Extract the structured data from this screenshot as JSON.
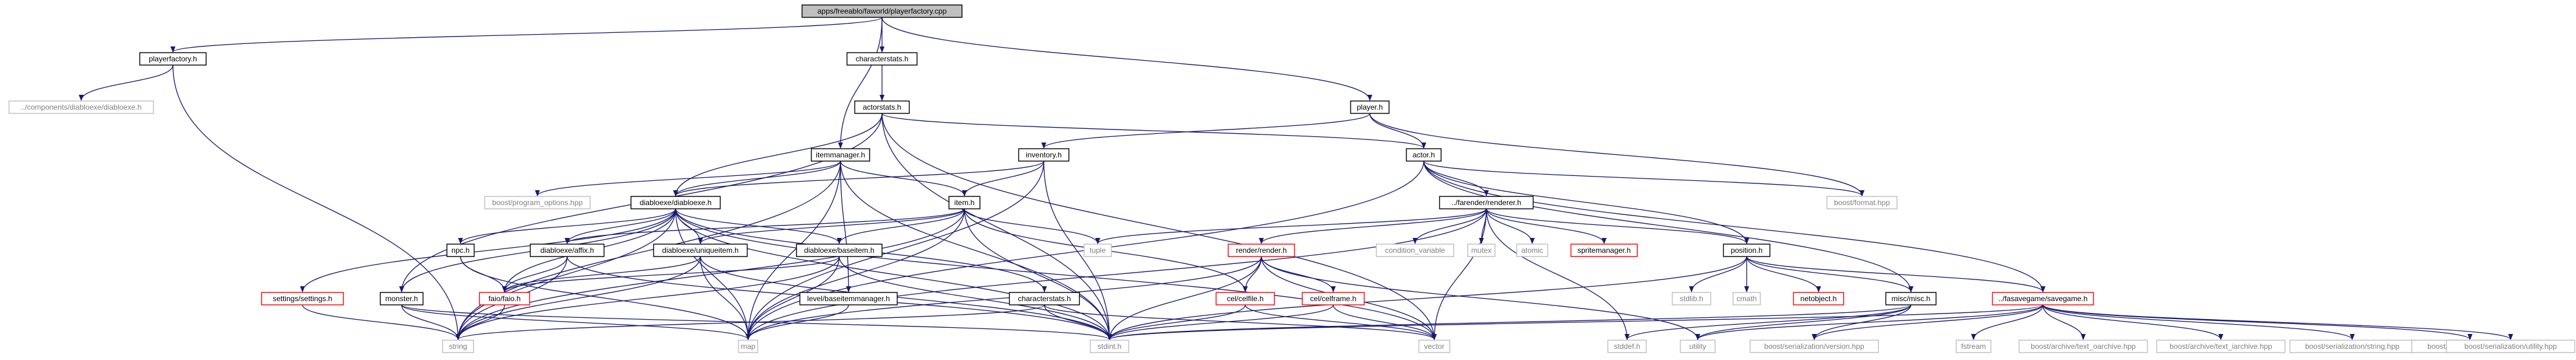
{
  "colors": {
    "edge": "#191970",
    "node_border": "#000000",
    "node_border_undocumented": "#bfbfbf",
    "node_border_external": "#ff0000",
    "root_fill": "#bfbfbf",
    "text": "#000000",
    "text_undocumented": "#7f7f7f"
  },
  "graph": {
    "nodes": [
      {
        "id": "root",
        "label": "apps/freeablo/faworld/playerfactory.cpp",
        "style": "root"
      },
      {
        "id": "playerfactory_h",
        "label": "playerfactory.h",
        "style": "normal"
      },
      {
        "id": "diabloexe_ext",
        "label": "../components/diabloexe/diabloexe.h",
        "style": "undocumented"
      },
      {
        "id": "characterstats_top",
        "label": "characterstats.h",
        "style": "normal"
      },
      {
        "id": "actorstats",
        "label": "actorstats.h",
        "style": "normal"
      },
      {
        "id": "player_h",
        "label": "player.h",
        "style": "normal"
      },
      {
        "id": "itemmanager",
        "label": "itemmanager.h",
        "style": "normal"
      },
      {
        "id": "inventory",
        "label": "inventory.h",
        "style": "normal"
      },
      {
        "id": "actor_h",
        "label": "actor.h",
        "style": "normal"
      },
      {
        "id": "boost_po",
        "label": "boost/program_options.hpp",
        "style": "undocumented"
      },
      {
        "id": "diabloexe_h",
        "label": "diabloexe/diabloexe.h",
        "style": "normal"
      },
      {
        "id": "item_h",
        "label": "item.h",
        "style": "normal"
      },
      {
        "id": "renderer_h",
        "label": "../farender/renderer.h",
        "style": "normal"
      },
      {
        "id": "boost_format",
        "label": "boost/format.hpp",
        "style": "undocumented"
      },
      {
        "id": "npc_h",
        "label": "npc.h",
        "style": "normal"
      },
      {
        "id": "affix_h",
        "label": "diabloexe/affix.h",
        "style": "normal"
      },
      {
        "id": "uniqueitem_h",
        "label": "diabloexe/uniqueitem.h",
        "style": "normal"
      },
      {
        "id": "baseitem_h",
        "label": "diabloexe/baseitem.h",
        "style": "normal"
      },
      {
        "id": "tuple",
        "label": "tuple",
        "style": "undocumented"
      },
      {
        "id": "condvar",
        "label": "condition_variable",
        "style": "undocumented"
      },
      {
        "id": "mutex",
        "label": "mutex",
        "style": "undocumented"
      },
      {
        "id": "atomic",
        "label": "atomic",
        "style": "undocumented"
      },
      {
        "id": "spritemanager",
        "label": "spritemanager.h",
        "style": "external"
      },
      {
        "id": "render_h",
        "label": "render/render.h",
        "style": "external"
      },
      {
        "id": "position_h",
        "label": "position.h",
        "style": "normal"
      },
      {
        "id": "settings_h",
        "label": "settings/settings.h",
        "style": "external"
      },
      {
        "id": "monster_h",
        "label": "monster.h",
        "style": "normal"
      },
      {
        "id": "faio_h",
        "label": "faio/faio.h",
        "style": "external"
      },
      {
        "id": "level_baseitemmanager",
        "label": "level/baseitemmanager.h",
        "style": "normal"
      },
      {
        "id": "characterstats_h",
        "label": "characterstats.h",
        "style": "normal"
      },
      {
        "id": "cel_celfile",
        "label": "cel/celfile.h",
        "style": "external"
      },
      {
        "id": "cel_celframe",
        "label": "cel/celframe.h",
        "style": "external"
      },
      {
        "id": "stdlib_h",
        "label": "stdlib.h",
        "style": "undocumented"
      },
      {
        "id": "cmath",
        "label": "cmath",
        "style": "undocumented"
      },
      {
        "id": "netobject_h",
        "label": "netobject.h",
        "style": "external"
      },
      {
        "id": "misc_h",
        "label": "misc/misc.h",
        "style": "normal"
      },
      {
        "id": "savegame_h",
        "label": "../fasavegame/savegame.h",
        "style": "external"
      },
      {
        "id": "string",
        "label": "string",
        "style": "undocumented"
      },
      {
        "id": "map",
        "label": "map",
        "style": "undocumented"
      },
      {
        "id": "stdint_h",
        "label": "stdint.h",
        "style": "undocumented"
      },
      {
        "id": "vector",
        "label": "vector",
        "style": "undocumented"
      },
      {
        "id": "stddef_h",
        "label": "stddef.h",
        "style": "undocumented"
      },
      {
        "id": "utility",
        "label": "utility",
        "style": "undocumented"
      },
      {
        "id": "boost_ser_version",
        "label": "boost/serialization/version.hpp",
        "style": "undocumented"
      },
      {
        "id": "fstream",
        "label": "fstream",
        "style": "undocumented"
      },
      {
        "id": "boost_text_oarchive",
        "label": "boost/archive/text_oarchive.hpp",
        "style": "undocumented"
      },
      {
        "id": "boost_text_iarchive",
        "label": "boost/archive/text_iarchive.hpp",
        "style": "undocumented"
      },
      {
        "id": "boost_ser_string",
        "label": "boost/serialization/string.hpp",
        "style": "undocumented"
      },
      {
        "id": "boost_ser_list",
        "label": "boost/serialization/list.hpp",
        "style": "undocumented"
      },
      {
        "id": "boost_ser_utility",
        "label": "boost/serialization/utility.hpp",
        "style": "undocumented"
      }
    ],
    "edges": [
      [
        "root",
        "playerfactory_h"
      ],
      [
        "root",
        "characterstats_top"
      ],
      [
        "root",
        "itemmanager"
      ],
      [
        "root",
        "player_h"
      ],
      [
        "playerfactory_h",
        "diabloexe_ext"
      ],
      [
        "playerfactory_h",
        "string"
      ],
      [
        "characterstats_top",
        "actorstats"
      ],
      [
        "actorstats",
        "diabloexe_h"
      ],
      [
        "actorstats",
        "stdint_h"
      ],
      [
        "actorstats",
        "actor_h"
      ],
      [
        "actorstats",
        "vector"
      ],
      [
        "actorstats",
        "monster_h"
      ],
      [
        "player_h",
        "actor_h"
      ],
      [
        "player_h",
        "inventory"
      ],
      [
        "player_h",
        "boost_format"
      ],
      [
        "itemmanager",
        "boost_po"
      ],
      [
        "itemmanager",
        "diabloexe_h"
      ],
      [
        "itemmanager",
        "item_h"
      ],
      [
        "itemmanager",
        "level_baseitemmanager"
      ],
      [
        "itemmanager",
        "map"
      ],
      [
        "itemmanager",
        "stdint_h"
      ],
      [
        "itemmanager",
        "string"
      ],
      [
        "inventory",
        "item_h"
      ],
      [
        "inventory",
        "diabloexe_h"
      ],
      [
        "inventory",
        "stdint_h"
      ],
      [
        "inventory",
        "map"
      ],
      [
        "actor_h",
        "renderer_h"
      ],
      [
        "actor_h",
        "position_h"
      ],
      [
        "actor_h",
        "boost_format"
      ],
      [
        "actor_h",
        "misc_h"
      ],
      [
        "actor_h",
        "savegame_h"
      ],
      [
        "actor_h",
        "map"
      ],
      [
        "diabloexe_h",
        "npc_h"
      ],
      [
        "diabloexe_h",
        "affix_h"
      ],
      [
        "diabloexe_h",
        "uniqueitem_h"
      ],
      [
        "diabloexe_h",
        "baseitem_h"
      ],
      [
        "diabloexe_h",
        "settings_h"
      ],
      [
        "diabloexe_h",
        "monster_h"
      ],
      [
        "diabloexe_h",
        "faio_h"
      ],
      [
        "diabloexe_h",
        "characterstats_h"
      ],
      [
        "diabloexe_h",
        "string"
      ],
      [
        "diabloexe_h",
        "map"
      ],
      [
        "diabloexe_h",
        "stdint_h"
      ],
      [
        "diabloexe_h",
        "vector"
      ],
      [
        "item_h",
        "tuple"
      ],
      [
        "item_h",
        "affix_h"
      ],
      [
        "item_h",
        "uniqueitem_h"
      ],
      [
        "item_h",
        "baseitem_h"
      ],
      [
        "item_h",
        "cel_celfile"
      ],
      [
        "item_h",
        "stdint_h"
      ],
      [
        "item_h",
        "string"
      ],
      [
        "item_h",
        "map"
      ],
      [
        "renderer_h",
        "tuple"
      ],
      [
        "renderer_h",
        "condvar"
      ],
      [
        "renderer_h",
        "mutex"
      ],
      [
        "renderer_h",
        "atomic"
      ],
      [
        "renderer_h",
        "spritemanager"
      ],
      [
        "renderer_h",
        "render_h"
      ],
      [
        "renderer_h",
        "position_h"
      ],
      [
        "renderer_h",
        "stddef_h"
      ],
      [
        "renderer_h",
        "map"
      ],
      [
        "renderer_h",
        "vector"
      ],
      [
        "npc_h",
        "faio_h"
      ],
      [
        "npc_h",
        "map"
      ],
      [
        "affix_h",
        "faio_h"
      ],
      [
        "affix_h",
        "stdint_h"
      ],
      [
        "affix_h",
        "string"
      ],
      [
        "uniqueitem_h",
        "faio_h"
      ],
      [
        "uniqueitem_h",
        "map"
      ],
      [
        "uniqueitem_h",
        "stdint_h"
      ],
      [
        "uniqueitem_h",
        "string"
      ],
      [
        "baseitem_h",
        "map"
      ],
      [
        "baseitem_h",
        "stdint_h"
      ],
      [
        "baseitem_h",
        "string"
      ],
      [
        "baseitem_h",
        "faio_h"
      ],
      [
        "render_h",
        "cel_celfile"
      ],
      [
        "render_h",
        "cel_celframe"
      ],
      [
        "render_h",
        "stdint_h"
      ],
      [
        "render_h",
        "vector"
      ],
      [
        "render_h",
        "utility"
      ],
      [
        "render_h",
        "map"
      ],
      [
        "position_h",
        "stdlib_h"
      ],
      [
        "position_h",
        "cmath"
      ],
      [
        "position_h",
        "netobject_h"
      ],
      [
        "position_h",
        "misc_h"
      ],
      [
        "position_h",
        "savegame_h"
      ],
      [
        "position_h",
        "stdint_h"
      ],
      [
        "settings_h",
        "string"
      ],
      [
        "monster_h",
        "string"
      ],
      [
        "monster_h",
        "map"
      ],
      [
        "monster_h",
        "stdint_h"
      ],
      [
        "faio_h",
        "string"
      ],
      [
        "level_baseitemmanager",
        "map"
      ],
      [
        "characterstats_h",
        "stdint_h"
      ],
      [
        "characterstats_h",
        "string"
      ],
      [
        "characterstats_h",
        "vector"
      ],
      [
        "cel_celfile",
        "stdint_h"
      ],
      [
        "cel_celfile",
        "vector"
      ],
      [
        "cel_celframe",
        "stdint_h"
      ],
      [
        "cel_celframe",
        "vector"
      ],
      [
        "misc_h",
        "stdint_h"
      ],
      [
        "misc_h",
        "stddef_h"
      ],
      [
        "misc_h",
        "utility"
      ],
      [
        "misc_h",
        "boost_ser_version"
      ],
      [
        "savegame_h",
        "utility"
      ],
      [
        "savegame_h",
        "boost_ser_version"
      ],
      [
        "savegame_h",
        "fstream"
      ],
      [
        "savegame_h",
        "boost_text_oarchive"
      ],
      [
        "savegame_h",
        "boost_text_iarchive"
      ],
      [
        "savegame_h",
        "boost_ser_string"
      ],
      [
        "savegame_h",
        "boost_ser_list"
      ],
      [
        "savegame_h",
        "boost_ser_utility"
      ],
      [
        "savegame_h",
        "stdint_h"
      ]
    ]
  }
}
